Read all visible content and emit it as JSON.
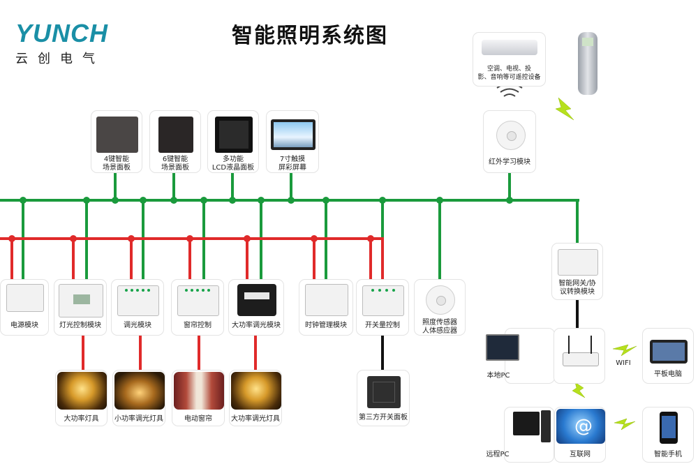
{
  "logo": {
    "brand": "YUNCH",
    "subtitle": "云创电气"
  },
  "title": "智能照明系统图",
  "top_devices": [
    {
      "label": "4键智能\n场景面板"
    },
    {
      "label": "6键智能\n场景面板"
    },
    {
      "label": "多功能\nLCD液晶面板"
    },
    {
      "label": "7寸触摸\n屏彩屏幕"
    }
  ],
  "ir": {
    "appliances_label": "空调、电视、投\n影、音响等可遥控设备",
    "module_label": "红外学习模块"
  },
  "modules": [
    {
      "label": "电源模块"
    },
    {
      "label": "灯光控制模块"
    },
    {
      "label": "调光模块"
    },
    {
      "label": "窗帘控制"
    },
    {
      "label": "大功率调光模块"
    },
    {
      "label": "时钟管理模块"
    },
    {
      "label": "开关量控制"
    },
    {
      "label": "照度传感器\n人体感应器"
    }
  ],
  "loads": [
    {
      "label": "大功率灯具"
    },
    {
      "label": "小功率调光灯具"
    },
    {
      "label": "电动窗帘"
    },
    {
      "label": "大功率调光灯具"
    }
  ],
  "third_party": {
    "label": "第三方开关面板"
  },
  "gateway": {
    "label": "智能网关/协\n议转换模块"
  },
  "network": {
    "local_pc": "本地PC",
    "wifi": "WIFI",
    "tablet": "平板电脑",
    "remote_pc": "远程PC",
    "internet": "互联网",
    "phone": "智能手机"
  },
  "colors": {
    "bus_green": "#1a9a3c",
    "bus_red": "#e02a2a"
  }
}
